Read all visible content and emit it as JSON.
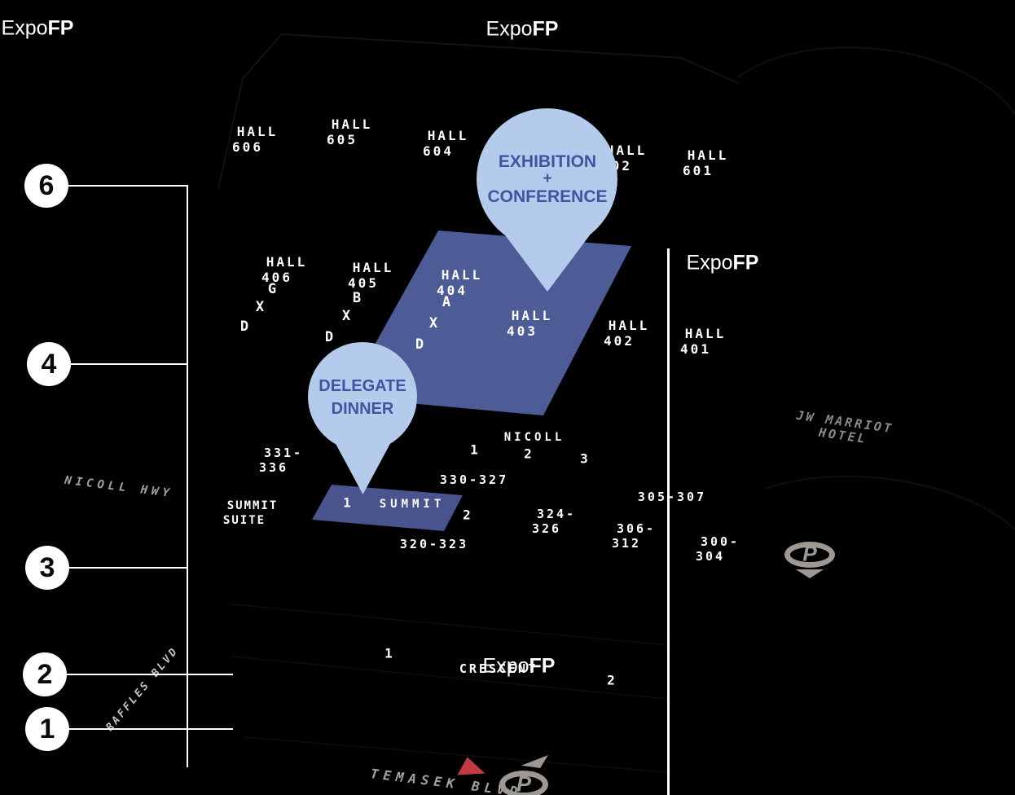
{
  "brand": {
    "light": "Expo",
    "bold": "FP"
  },
  "levels": {
    "l6": "6",
    "l4": "4",
    "l3": "3",
    "l2": "2",
    "l1": "1"
  },
  "halls": {
    "h606": {
      "l1": "HALL",
      "l2": "606"
    },
    "h605": {
      "l1": "HALL",
      "l2": "605"
    },
    "h604": {
      "l1": "HALL",
      "l2": "604"
    },
    "h602": {
      "l1": "HALL",
      "l2": "602"
    },
    "h601": {
      "l1": "HALL",
      "l2": "601"
    },
    "h406": {
      "l1": "HALL",
      "l2": "406"
    },
    "h405": {
      "l1": "HALL",
      "l2": "405"
    },
    "h404": {
      "l1": "HALL",
      "l2": "404"
    },
    "h403": {
      "l1": "HALL",
      "l2": "403"
    },
    "h402": {
      "l1": "HALL",
      "l2": "402"
    },
    "h401": {
      "l1": "HALL",
      "l2": "401"
    }
  },
  "hall_letters": {
    "g406": "G",
    "x406": "X",
    "d406": "D",
    "b405": "B",
    "x405": "X",
    "d405": "D",
    "a404": "A",
    "x404": "X",
    "d404": "D"
  },
  "rooms": {
    "r331_336": {
      "l1": "331-",
      "l2": "336"
    },
    "r330_327": {
      "l1": "330-327"
    },
    "r320_323": {
      "l1": "320-323"
    },
    "r324_326": {
      "l1": "324-",
      "l2": "326"
    },
    "r305_307": {
      "l1": "305-307"
    },
    "r306_312": {
      "l1": "306-",
      "l2": "312"
    },
    "r300_304": {
      "l1": "300-",
      "l2": "304"
    }
  },
  "nicoll": {
    "label": "NICOLL",
    "n1": "1",
    "n2": "2",
    "n3": "3"
  },
  "summit": {
    "marker": "1",
    "label": "SUMMIT",
    "n2": "2",
    "suite_l1": "SUMMIT",
    "suite_l2": "SUITE"
  },
  "level2": {
    "n1": "1",
    "room": "CRESCENT",
    "n2": "2"
  },
  "pins": {
    "exhibition": {
      "l1": "EXHIBITION",
      "l2": "+",
      "l3": "CONFERENCE"
    },
    "delegate": {
      "l1": "DELEGATE",
      "l2": "DINNER"
    }
  },
  "streets": {
    "nicoll_hwy": "NICOLL HWY",
    "raffles_blvd": "RAFFLES BLVD",
    "temasek_blvd": "TEMASEK BLVD"
  },
  "hotel": {
    "l1": "JW MARRIOT",
    "l2": "HOTEL"
  },
  "parking": {
    "letter": "P"
  },
  "colors": {
    "background": "#000000",
    "pin_fill": "#b4cbec",
    "pin_text": "#3e56a0",
    "hall_highlight": "#4d5c96",
    "summit_highlight": "#49548f",
    "label_white": "#ffffff",
    "street_gray": "#a2a2a2",
    "hotel_gray": "#8f8882",
    "parking_gray": "#9e9892",
    "arrow_red": "#c23a40"
  }
}
